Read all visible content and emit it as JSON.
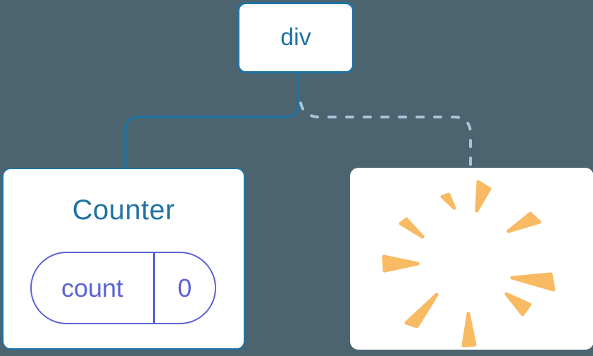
{
  "canvas": {
    "background": "#4c6470"
  },
  "tree": {
    "root": {
      "label": "div"
    },
    "children": [
      {
        "type": "component-card",
        "title": "Counter",
        "state": {
          "key": "count",
          "value": "0"
        },
        "connector": "solid-line",
        "highlighted": true
      },
      {
        "type": "removed-component-card",
        "icon": "poof-burst-icon",
        "connector": "dashed-line"
      }
    ]
  },
  "colors": {
    "canvas_bg": "#4c6470",
    "node_blue": "#1f73a4",
    "dashed_blue": "#a6c6db",
    "state_purple": "#5a63d3",
    "poof_orange": "#f8ba62",
    "card_white": "#ffffff"
  }
}
